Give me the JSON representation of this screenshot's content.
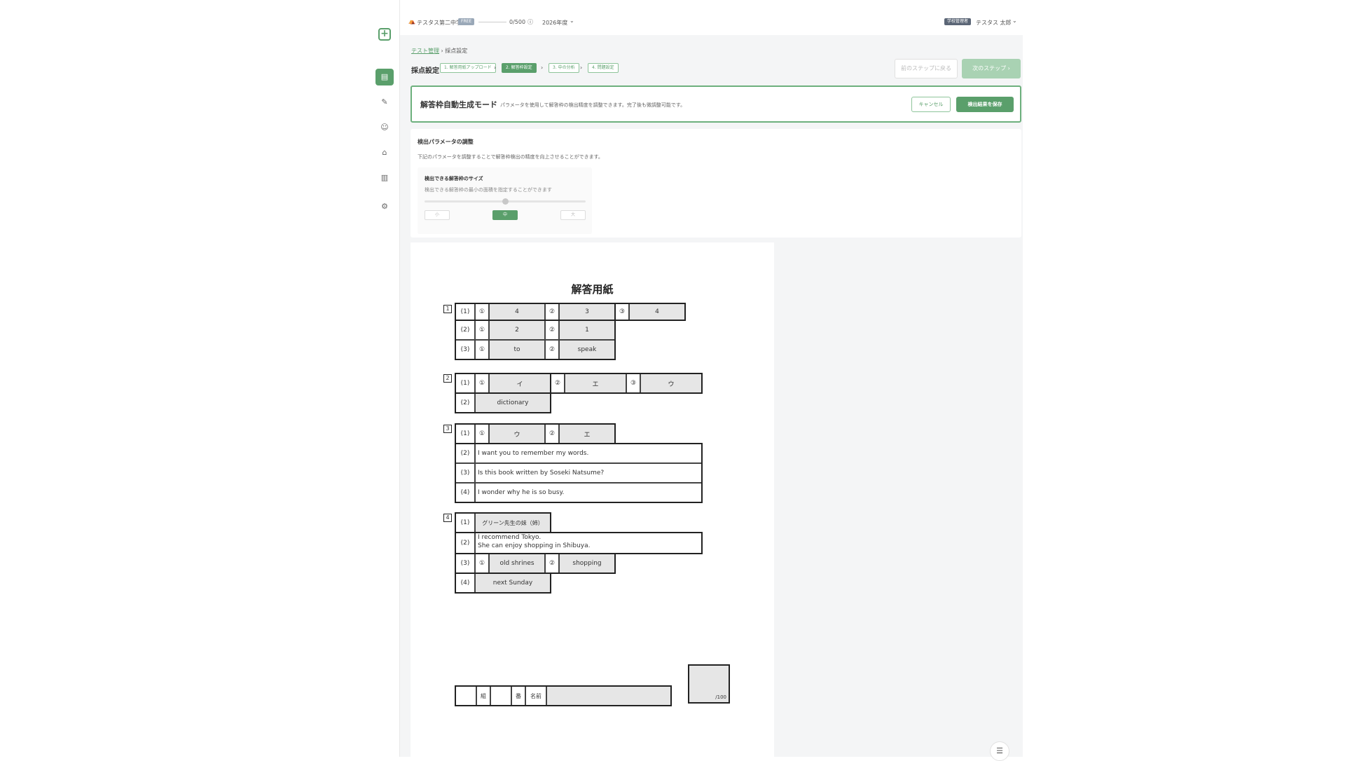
{
  "topbar": {
    "school": "テスタス第二中学",
    "plan_badge": "FREE",
    "usage": "0/500",
    "year": "2026年度",
    "role_badge": "学校管理者",
    "user": "テスタス 太郎"
  },
  "breadcrumb": {
    "parent": "テスト管理",
    "current": "採点設定"
  },
  "page_title": "採点設定",
  "steps": [
    "1. 解答用紙アップロード",
    "2. 解答枠設定",
    "3. 中の分析",
    "4. 問題設定"
  ],
  "buttons": {
    "prev": "前のステップに戻る",
    "next": "次のステップ",
    "cancel": "キャンセル",
    "save": "検出結果を保存"
  },
  "mode": {
    "title": "解答枠自動生成モード",
    "desc": "パラメータを使用して解答枠の検出精度を調整できます。完了後も微調整可能です。"
  },
  "params": {
    "title": "検出パラメータの調整",
    "desc": "下記のパラメータを調整することで解答枠検出の精度を向上させることができます。",
    "size_title": "検出できる解答枠のサイズ",
    "size_desc": "検出できる解答枠の最小の面積を指定することができます",
    "size_level": 0.5,
    "size_options": [
      "小",
      "中",
      "大"
    ],
    "size_selected": "中"
  },
  "sheet": {
    "title": "解答用紙",
    "q_numbers": [
      "1",
      "2",
      "3",
      "4"
    ],
    "labels": {
      "p1": "(1)",
      "p2": "(2)",
      "p3": "(3)",
      "p4": "(4)",
      "c1": "①",
      "c2": "②",
      "c3": "③"
    },
    "q1": {
      "r1": [
        "4",
        "3",
        "4"
      ],
      "r2": [
        "2",
        "1"
      ],
      "r3": [
        "to",
        "speak"
      ]
    },
    "q2": {
      "r1": [
        "イ",
        "エ",
        "ウ"
      ],
      "r2": "dictionary"
    },
    "q3": {
      "r1": [
        "ウ",
        "エ"
      ],
      "r2": "I want you to remember my words.",
      "r3": "Is this book written by Soseki Natsume?",
      "r4": "I wonder why he is so busy."
    },
    "q4": {
      "r1": "グリーン先生の妹（姉）",
      "r2a": "I recommend Tokyo.",
      "r2b": "She can enjoy shopping in Shibuya.",
      "r3": [
        "old shrines",
        "shopping"
      ],
      "r4": "next Sunday"
    },
    "footer": {
      "kumi": "組",
      "ban": "番",
      "name": "名前",
      "score": "/100"
    }
  }
}
